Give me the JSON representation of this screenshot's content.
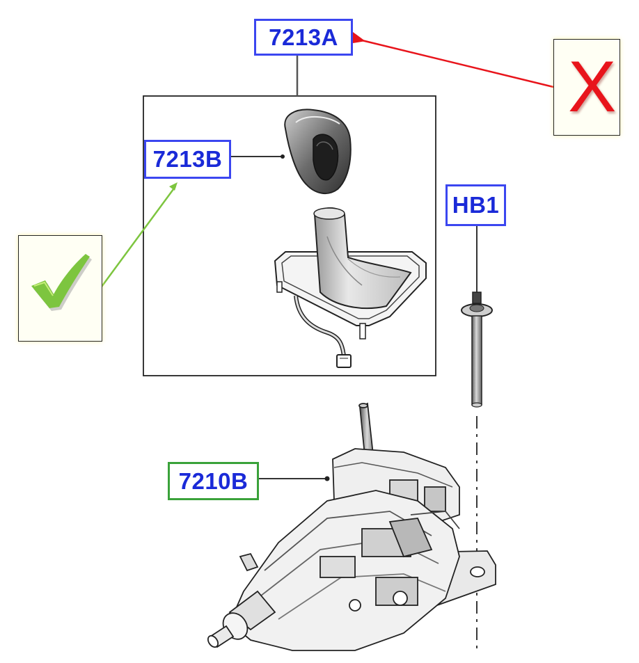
{
  "labels": {
    "a": "7213A",
    "b": "7213B",
    "hb": "HB1",
    "c": "7210B"
  },
  "marks": {
    "wrong": "X"
  },
  "colors": {
    "label_border_blue": "#3b46f0",
    "label_border_green": "#3aa23a",
    "label_text": "#1a2ad8",
    "wrong_mark": "#e8141b",
    "right_mark": "#7dc53f",
    "line": "#222222"
  },
  "icons": {
    "right": "checkmark-icon",
    "wrong": "x-mark-icon"
  }
}
